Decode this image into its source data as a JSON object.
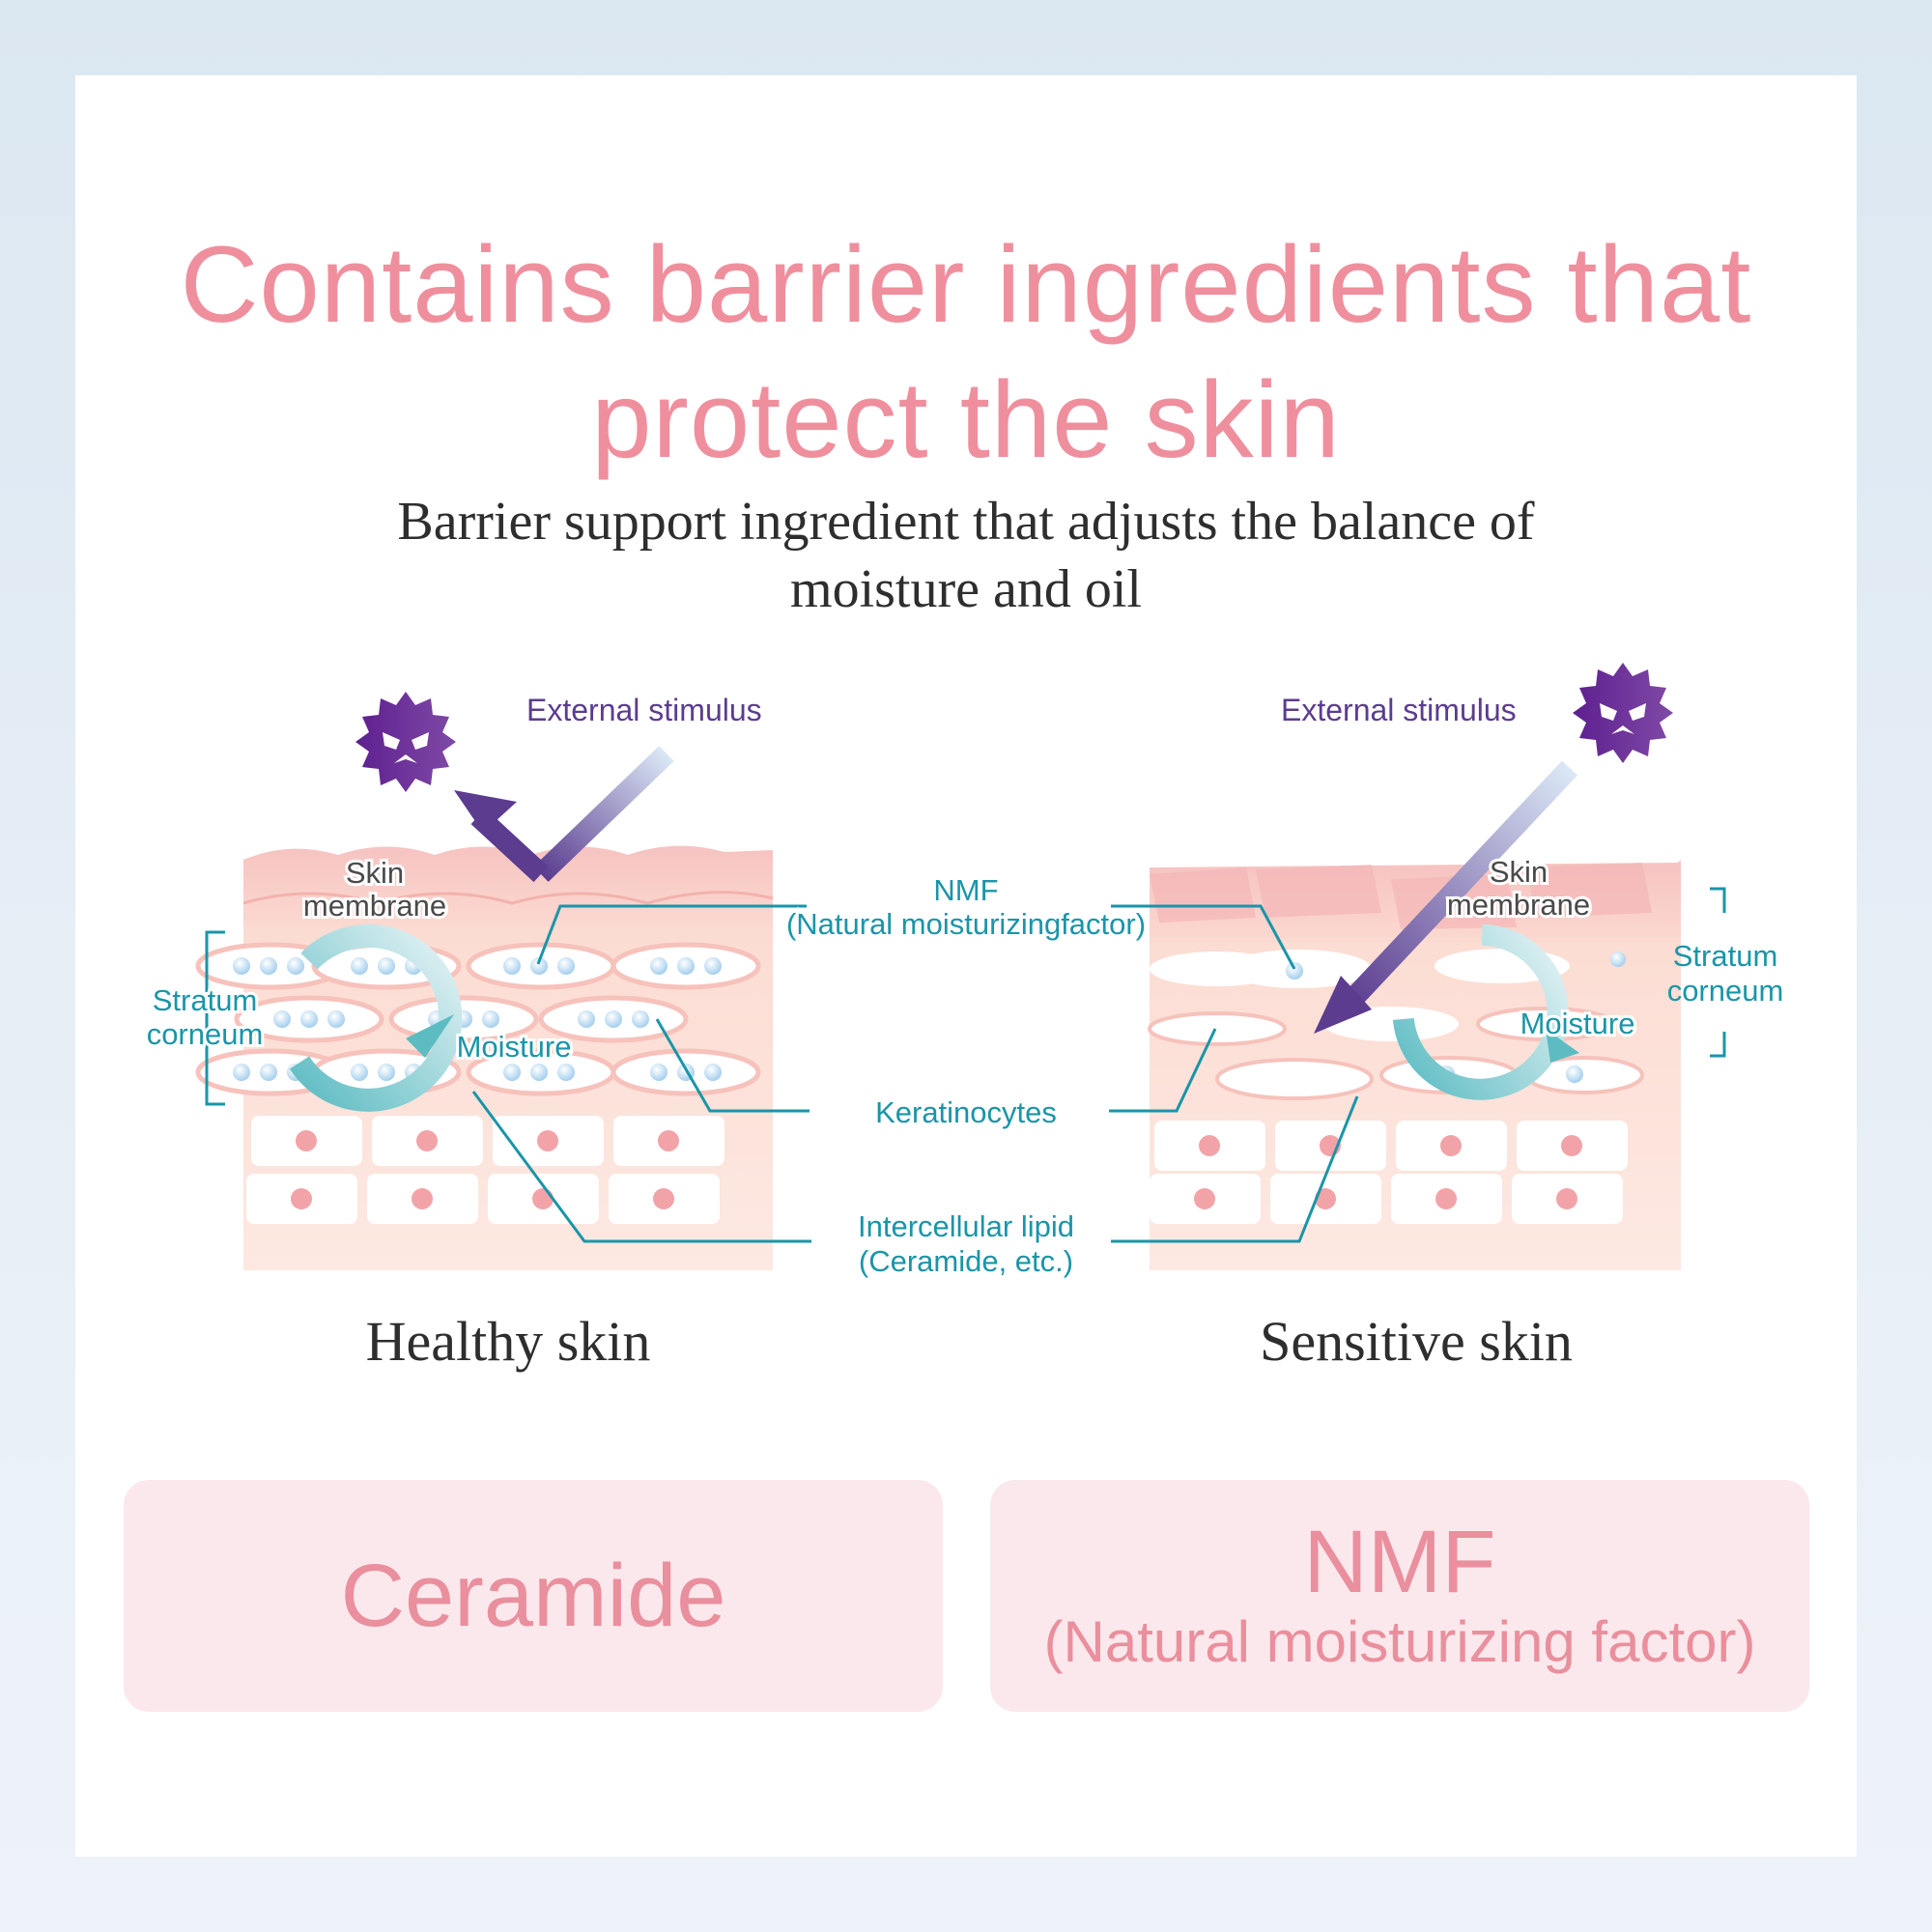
{
  "header": {
    "title_line1": "Contains barrier ingredients that",
    "title_line2": "protect the skin",
    "subtitle_line1": "Barrier support ingredient that adjusts the balance of",
    "subtitle_line2": "moisture and oil"
  },
  "colors": {
    "title_pink": "#ef8f9d",
    "label_teal": "#1a95a8",
    "stimulus_purple": "#5b3c8f",
    "virus_purple": "#6a2f9a",
    "pill_bg": "#fbe8ec",
    "background_blue": "#dbe7f1"
  },
  "healthy_skin": {
    "caption": "Healthy skin",
    "external_stimulus": "External stimulus",
    "skin_membrane_1": "Skin",
    "skin_membrane_2": "membrane",
    "stratum_1": "Stratum",
    "stratum_2": "corneum",
    "moisture": "Moisture",
    "icon": "angry-virus-icon"
  },
  "sensitive_skin": {
    "caption": "Sensitive skin",
    "external_stimulus": "External stimulus",
    "skin_membrane_1": "Skin",
    "skin_membrane_2": "membrane",
    "stratum_1": "Stratum",
    "stratum_2": "corneum",
    "moisture": "Moisture",
    "icon": "angry-virus-icon"
  },
  "center_labels": {
    "nmf_1": "NMF",
    "nmf_2": "(Natural moisturizingfactor)",
    "keratinocytes": "Keratinocytes",
    "lipid_1": "Intercellular lipid",
    "lipid_2": "(Ceramide, etc.)"
  },
  "ingredients": [
    {
      "name": "Ceramide",
      "detail": ""
    },
    {
      "name": "NMF",
      "detail": "(Natural moisturizing factor)"
    }
  ]
}
